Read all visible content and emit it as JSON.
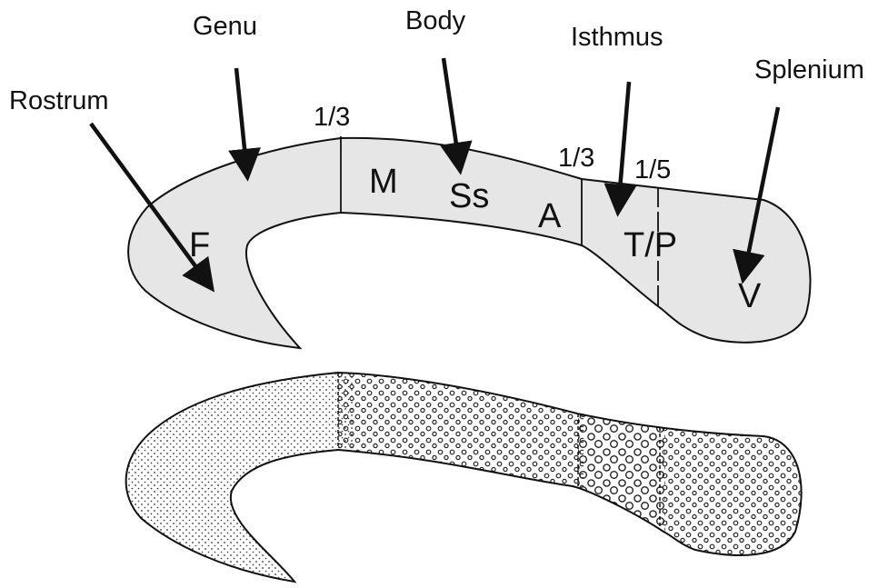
{
  "callouts": {
    "rostrum": "Rostrum",
    "genu": "Genu",
    "body": "Body",
    "isthmus": "Isthmus",
    "splenium": "Splenium"
  },
  "divisions": {
    "first_third": "1/3",
    "second_third": "1/3",
    "fifth": "1/5"
  },
  "regions": {
    "f": "F",
    "m": "M",
    "ss": "Ss",
    "a": "A",
    "tp": "T/P",
    "v": "V"
  },
  "colors": {
    "fill": "#e6e6e6",
    "outline": "#111111"
  }
}
